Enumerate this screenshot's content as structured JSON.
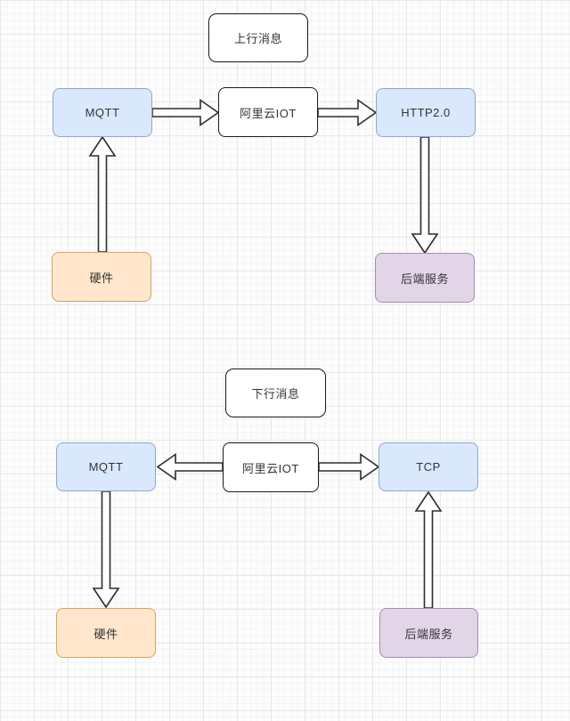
{
  "diagrams": {
    "uplink": {
      "title": "上行消息",
      "nodes": {
        "hardware": "硬件",
        "mqtt": "MQTT",
        "aliyun_iot": "阿里云IOT",
        "http2": "HTTP2.0",
        "backend": "后端服务"
      },
      "edges": [
        {
          "from": "硬件",
          "to": "MQTT",
          "direction": "up"
        },
        {
          "from": "MQTT",
          "to": "阿里云IOT",
          "direction": "right"
        },
        {
          "from": "阿里云IOT",
          "to": "HTTP2.0",
          "direction": "right"
        },
        {
          "from": "HTTP2.0",
          "to": "后端服务",
          "direction": "down"
        }
      ]
    },
    "downlink": {
      "title": "下行消息",
      "nodes": {
        "mqtt": "MQTT",
        "aliyun_iot": "阿里云IOT",
        "tcp": "TCP",
        "hardware": "硬件",
        "backend": "后端服务"
      },
      "edges": [
        {
          "from": "阿里云IOT",
          "to": "MQTT",
          "direction": "left"
        },
        {
          "from": "阿里云IOT",
          "to": "TCP",
          "direction": "right"
        },
        {
          "from": "MQTT",
          "to": "硬件",
          "direction": "down"
        },
        {
          "from": "后端服务",
          "to": "TCP",
          "direction": "up"
        }
      ]
    }
  },
  "colors": {
    "node_blue_fill": "#dae8fc",
    "node_blue_stroke": "#8fa7cc",
    "node_orange_fill": "#ffe6cc",
    "node_orange_stroke": "#d9a35c",
    "node_purple_fill": "#e1d5e7",
    "node_purple_stroke": "#a58cb3",
    "node_white_fill": "#ffffff",
    "node_black_stroke": "#1a1a1a",
    "arrow_stroke": "#2d2d2d",
    "grid_major": "#e8e8ea",
    "grid_minor": "#f4f4f6"
  }
}
